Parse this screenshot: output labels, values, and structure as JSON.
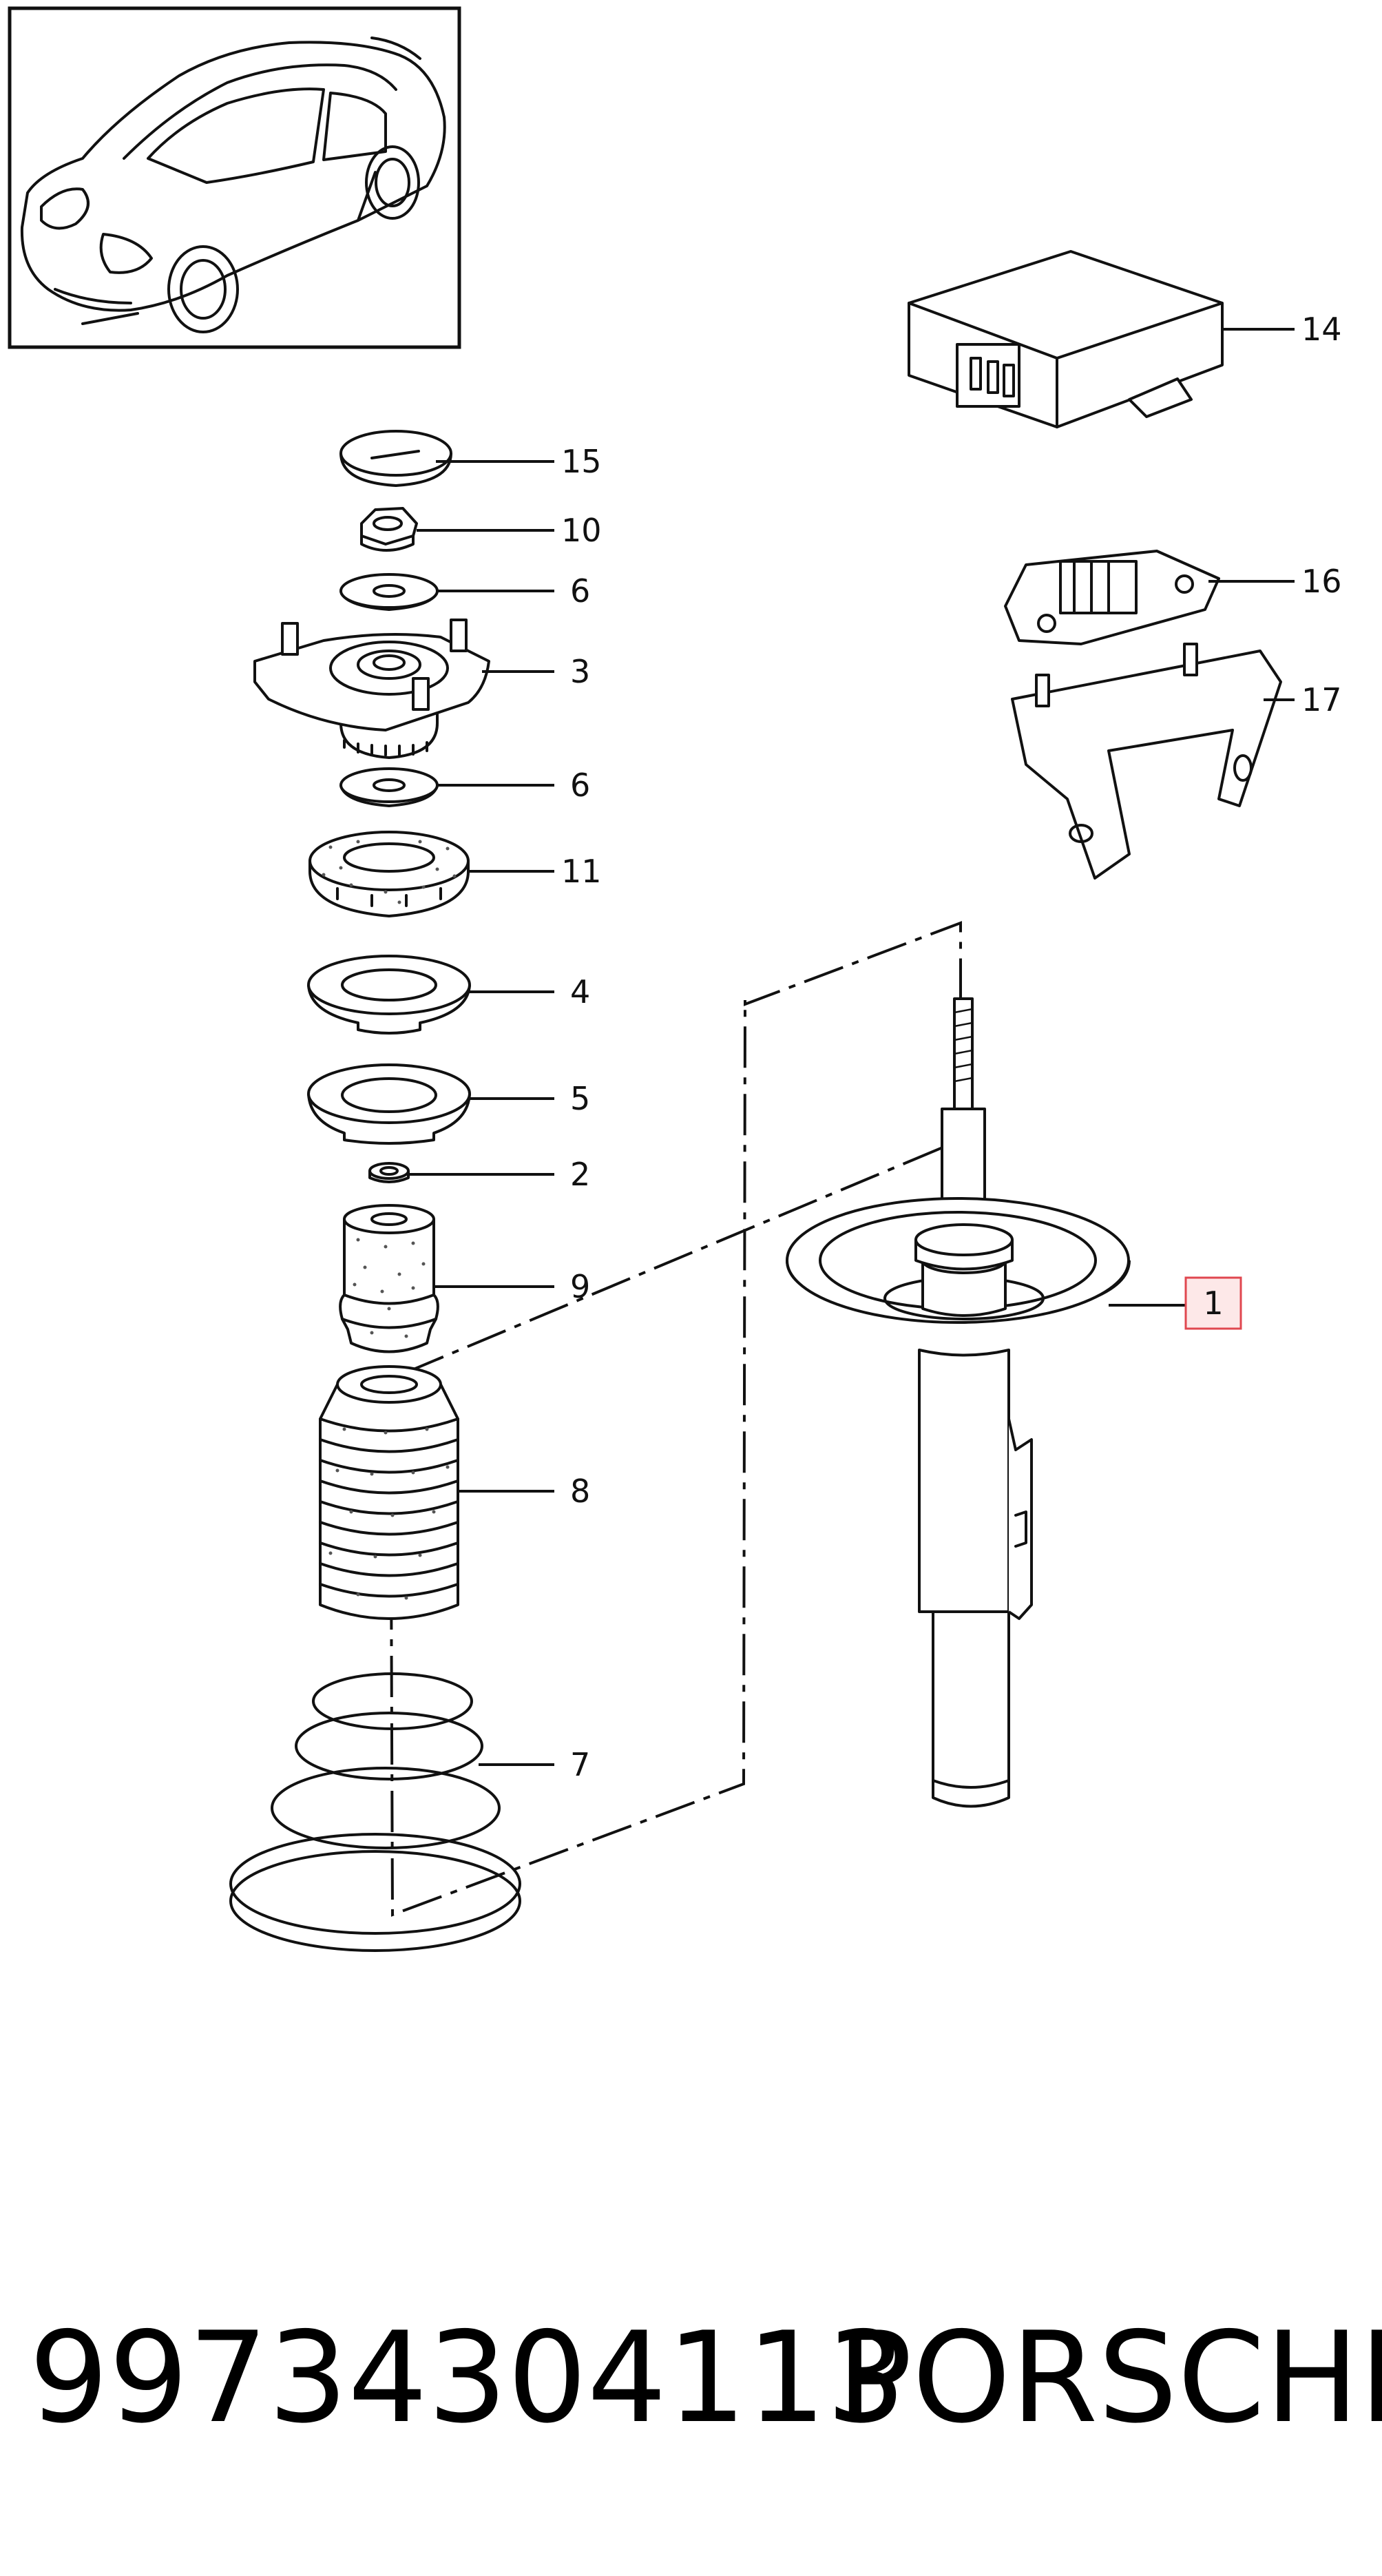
{
  "parts": [
    {
      "ref": "15",
      "key": "p15"
    },
    {
      "ref": "10",
      "key": "p10"
    },
    {
      "ref": "6",
      "key": "p6a"
    },
    {
      "ref": "3",
      "key": "p3"
    },
    {
      "ref": "6",
      "key": "p6b"
    },
    {
      "ref": "11",
      "key": "p11"
    },
    {
      "ref": "4",
      "key": "p4"
    },
    {
      "ref": "5",
      "key": "p5"
    },
    {
      "ref": "2",
      "key": "p2"
    },
    {
      "ref": "9",
      "key": "p9"
    },
    {
      "ref": "8",
      "key": "p8"
    },
    {
      "ref": "7",
      "key": "p7"
    },
    {
      "ref": "14",
      "key": "p14"
    },
    {
      "ref": "16",
      "key": "p16"
    },
    {
      "ref": "17",
      "key": "p17"
    },
    {
      "ref": "1",
      "key": "p1"
    }
  ],
  "highlight_color": "#e0474f",
  "footer": {
    "part_number": "99734304113",
    "brand": "PORSCHE"
  }
}
